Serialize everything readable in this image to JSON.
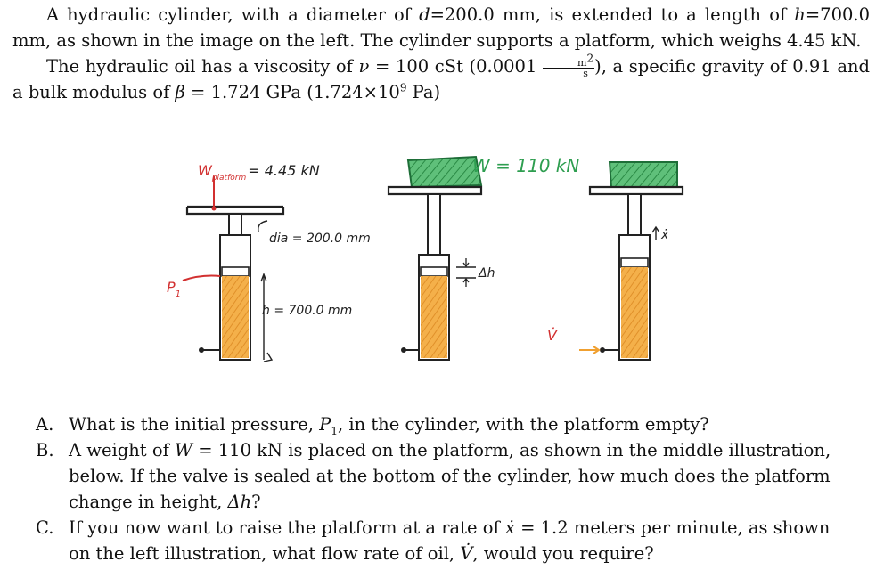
{
  "intro": {
    "p1_a": "A hydraulic cylinder, with a diameter of ",
    "p1_d": "d",
    "p1_b": "=200.0 mm, is extended to a length of ",
    "p1_h": "h",
    "p1_c": "=700.0 mm, as shown in the image on the left. The cylinder supports a platform, which weighs 4.45 kN.",
    "p2_a": "The hydraulic oil has a viscosity of ",
    "p2_nu": "ν",
    "p2_b": " = 100 cSt (0.0001 ",
    "p2_m": "m",
    "p2_exp": "2",
    "p2_s": "s",
    "p2_c": "), a specific gravity of 0.91 and a bulk modulus of ",
    "p2_beta": "β",
    "p2_d": " = 1.724 GPa (1.724×10",
    "p2_exp9": "9",
    "p2_e": " Pa)"
  },
  "figure": {
    "w_platform_label": "W",
    "w_platform_sub": "platform",
    "w_platform_value": "= 4.45 kN",
    "dia_label": "dia = 200.0 mm",
    "h_label": "h = 700.0 mm",
    "p1_label": "P",
    "p1_sub": "1",
    "w_label": "W = 110 kN",
    "dh_label": "Δh",
    "xdot_label": "ẋ",
    "vdot_label": "V̇",
    "colors": {
      "oil": "#f0a030",
      "green": "#2e9e50",
      "red": "#d23030",
      "ink": "#222222"
    }
  },
  "questions": [
    {
      "letter": "A.",
      "a": "What is the initial pressure, ",
      "v1": "P",
      "sub1": "1",
      "b": ", in the cylinder, with the platform empty?"
    },
    {
      "letter": "B.",
      "a": "A weight of ",
      "v1": "W",
      "b": " = 110 kN is placed on the platform, as shown in the middle illustration, below. If the valve is sealed at the bottom of the cylinder, how much does the platform change in height, ",
      "v2": "Δh",
      "c": "?"
    },
    {
      "letter": "C.",
      "a": "If you now want to raise the platform at a rate of ",
      "v1": "ẋ",
      "b": " = 1.2 meters per minute, as shown on the left illustration, what flow rate of oil, ",
      "v2": "V̇",
      "c": ", would you require?"
    }
  ]
}
